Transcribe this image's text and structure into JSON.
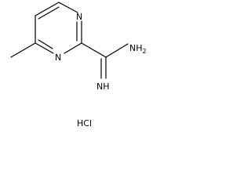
{
  "structure": {
    "ring_atoms": {
      "n_top": "N",
      "n_bottom": "N"
    },
    "substituents": {
      "amine": "NH",
      "amine_subscript": "2",
      "imine": "NH"
    },
    "salt": "HCl"
  },
  "colors": {
    "ink": "#000000",
    "background": "#ffffff"
  }
}
